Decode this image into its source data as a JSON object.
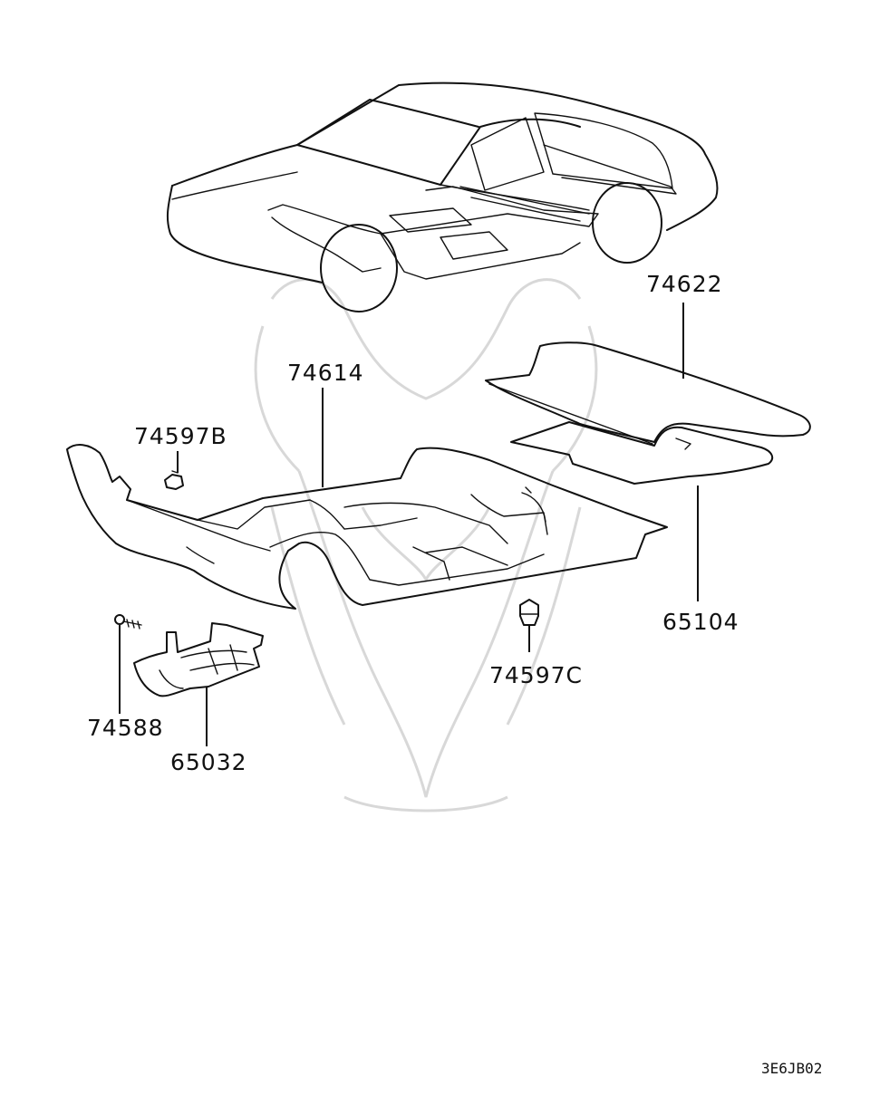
{
  "diagram": {
    "part_labels": [
      {
        "id": "74622",
        "text": "74622"
      },
      {
        "id": "74614",
        "text": "74614"
      },
      {
        "id": "74597B",
        "text": "74597B"
      },
      {
        "id": "65104",
        "text": "65104"
      },
      {
        "id": "74597C",
        "text": "74597C"
      },
      {
        "id": "74588",
        "text": "74588"
      },
      {
        "id": "65032",
        "text": "65032"
      }
    ],
    "drawing_code": "3E6JB02"
  }
}
